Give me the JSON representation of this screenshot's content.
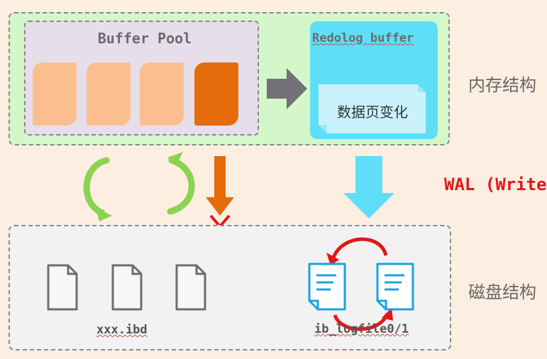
{
  "memory": {
    "buffer_pool_title": "Buffer Pool",
    "redolog_title": "Redolog buffer",
    "page_change_label": "数据页变化",
    "label": "内存结构"
  },
  "disk": {
    "label": "磁盘结构",
    "ibd_label": "xxx.ibd",
    "logfile_label": "ib_logfile0/1"
  },
  "wal_text": "WAL (Write-Ahead Logging)",
  "colors": {
    "memory_bg": "#d3f7c9",
    "disk_bg": "#f2f2f2",
    "clean_page": "#fbbf8f",
    "dirty_page": "#e56c0b",
    "redolog_bg": "#5fdef7",
    "wal_text": "#e11818"
  }
}
